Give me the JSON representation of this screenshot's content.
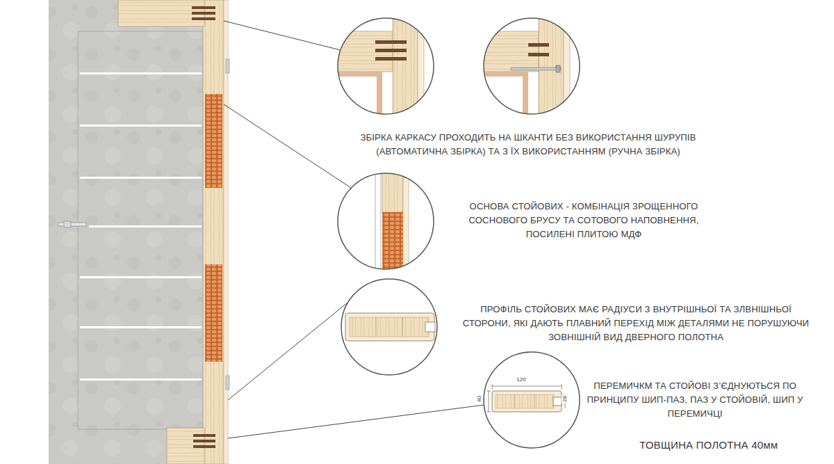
{
  "diagram": {
    "labels": [
      "ЗБІРКА КАРКАСУ ПРОХОДИТЬ НА ШКАНТИ БЕЗ ВИКОРИСТАННЯ ШУРУПІВ (АВТОМАТИЧНА ЗБІРКА) ТА З ЇХ ВИКОРИСТАННЯМ (РУЧНА ЗБІРКА)",
      "ОСНОВА СТОЙОВИХ - КОМБІНАЦІЯ ЗРОЩЕННОГО СОСНОВОГО БРУСУ ТА СОТОВОГО НАПОВНЕННЯ, ПОСИЛЕНІ ПЛИТОЮ МДФ",
      "ПРОФІЛЬ СТОЙОВИХ МАЄ РАДІУСИ З ВНУТРІШНЬОЇ ТА ЗЛВНІШНЬОЇ СТОРОНИ, ЯКІ ДАЮТЬ ПЛАВНИЙ ПЕРЕХІД МІЖ ДЕТАЛЯМИ НЕ ПОРУШУЮЧИ ЗОВНІШНІЙ ВИД ДВЕРНОГО ПОЛОТНА",
      "ПЕРЕМИЧКМ ТА СТОЙОВІ З’ЄДНУЮТЬСЯ ПО ПРИНЦИПУ ШИП-ПАЗ, ПАЗ У СТОЙОВІЙ, ШИП У ПЕРЕМИЧЦІ",
      "ТОВЩИНА ПОЛОТНА 40мм",
      "120",
      "40",
      "28"
    ]
  }
}
